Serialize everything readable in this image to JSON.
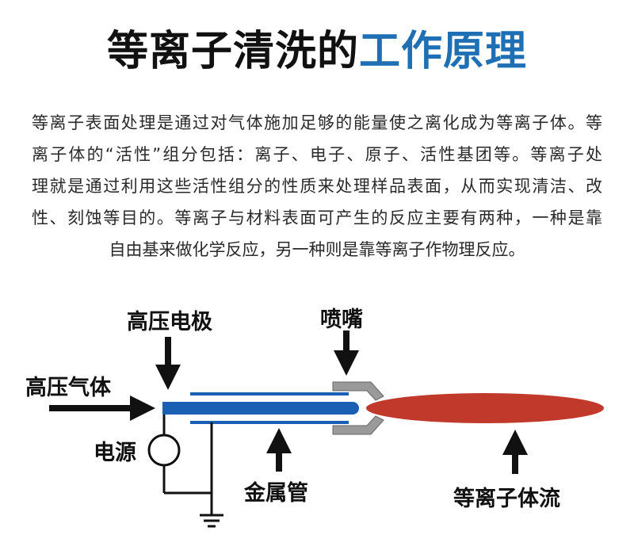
{
  "title": {
    "part1": "等离子清洗的",
    "part2": "工作原理"
  },
  "description": {
    "lines": [
      "等离子表面处理是通过对气体施加足够的能量使之离化成为等离子体。等",
      "离子体的“活性”组分包括：离子、电子、原子、活性基团等。等离子处",
      "理就是通过利用这些活性组分的性质来处理样品表面，从而实现清洁、改",
      "性、刻蚀等目的。等离子与材料表面可产生的反应主要有两种，一种是靠",
      "自由基来做化学反应，另一种则是靠等离子作物理反应。"
    ]
  },
  "diagram": {
    "labels": {
      "high_voltage_electrode": "高压电极",
      "high_pressure_gas": "高压气体",
      "power_source": "电源",
      "nozzle": "喷嘴",
      "metal_tube": "金属管",
      "plasma_flow": "等离子体流"
    },
    "colors": {
      "electrode": "#1a5fb4",
      "plasma": "#c0392b",
      "nozzle": "#9a9a9a",
      "title_accent": "#1e6fb3"
    }
  }
}
